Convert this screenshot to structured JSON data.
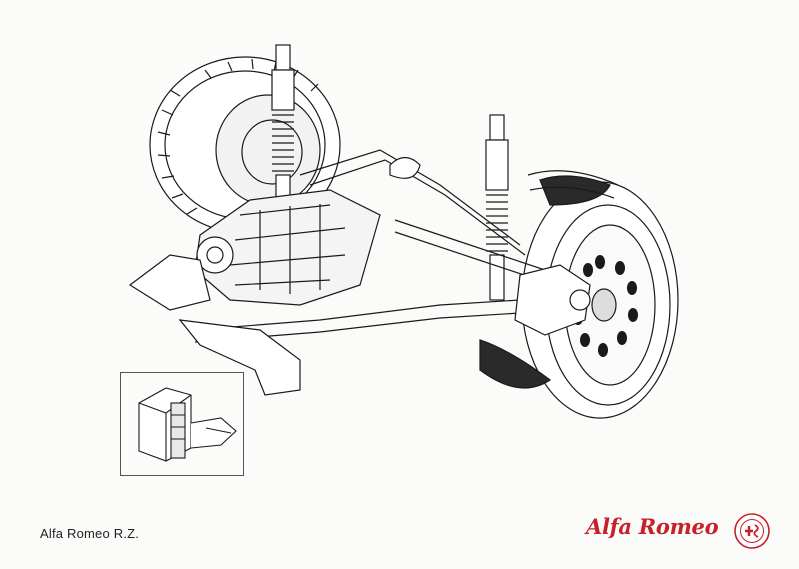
{
  "caption": "Alfa Romeo R.Z.",
  "brand": {
    "logotype": "Alfa Romeo",
    "color": "#c8202a"
  },
  "illustration": {
    "subject": "rear suspension cutaway line drawing",
    "line_color": "#1a1a1a"
  }
}
